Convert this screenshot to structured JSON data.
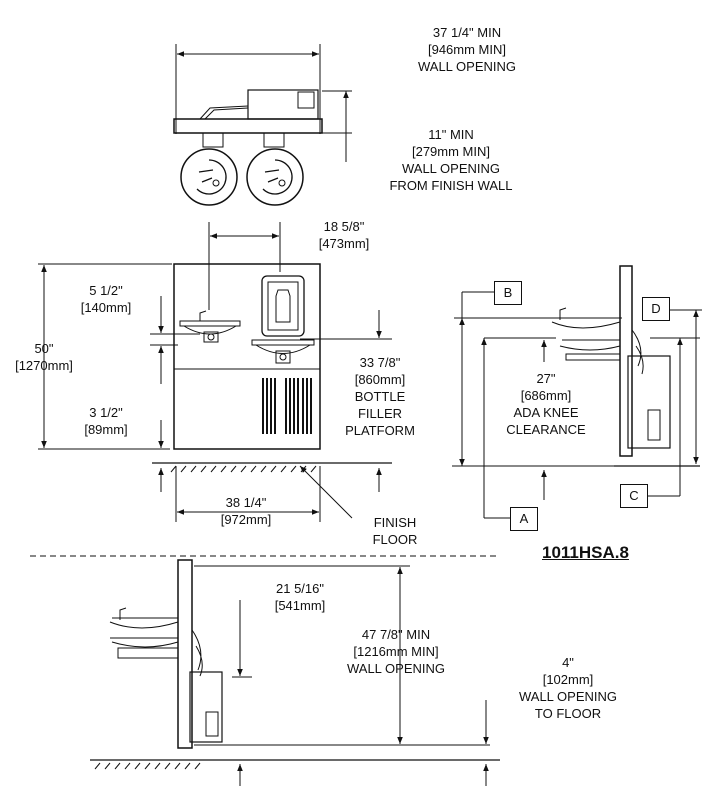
{
  "dims": {
    "top_width": [
      "37 1/4\" MIN",
      "[946mm MIN]",
      "WALL OPENING"
    ],
    "top_depth": [
      "11\" MIN",
      "[279mm MIN]",
      "WALL OPENING",
      "FROM FINISH WALL"
    ],
    "spout_span": [
      "18 5/8\"",
      "[473mm]"
    ],
    "d_5_5": [
      "5 1/2\"",
      "[140mm]"
    ],
    "d_50": [
      "50\"",
      "[1270mm]"
    ],
    "d_3_5": [
      "3 1/2\"",
      "[89mm]"
    ],
    "d_33_875": [
      "33 7/8\"",
      "[860mm]",
      "BOTTLE",
      "FILLER",
      "PLATFORM"
    ],
    "d_38_25": [
      "38 1/4\"",
      "[972mm]"
    ],
    "finish_floor": [
      "FINISH",
      "FLOOR"
    ],
    "d_27": [
      "27\"",
      "[686mm]",
      "ADA KNEE",
      "CLEARANCE"
    ],
    "d_21": [
      "21 5/16\"",
      "[541mm]"
    ],
    "d_47": [
      "47 7/8\" MIN",
      "[1216mm MIN]",
      "WALL OPENING"
    ],
    "d_4": [
      "4\"",
      "[102mm]",
      "WALL OPENING",
      "TO FLOOR"
    ]
  },
  "callouts": {
    "a": "A",
    "b": "B",
    "c": "C",
    "d": "D"
  },
  "model": "1011HSA.8"
}
